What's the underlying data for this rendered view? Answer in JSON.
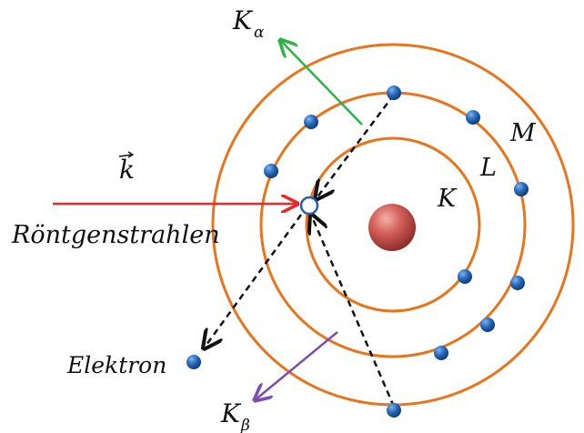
{
  "labels": {
    "k_vector": "k",
    "incident": "Röntgenstrahlen",
    "electron": "Elektron",
    "shell_k": "K",
    "shell_l": "L",
    "shell_m": "M",
    "k_alpha_base": "K",
    "k_alpha_sub": "α",
    "k_beta_base": "K",
    "k_beta_sub": "β"
  },
  "colors": {
    "shell": "#e8741c",
    "incident_arrow": "#e8282c",
    "k_alpha_arrow": "#2fb24a",
    "k_beta_arrow": "#7a4fb0",
    "transition_arrow": "#111111",
    "electron": "#1f5fae",
    "nucleus": "#c9504a"
  },
  "icons": {
    "nucleus": "red-sphere",
    "electron": "blue-sphere",
    "vacancy": "hollow-blue-circle"
  }
}
